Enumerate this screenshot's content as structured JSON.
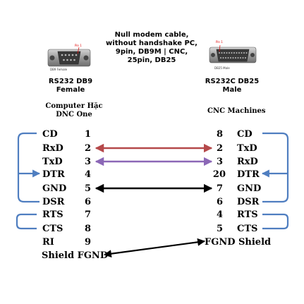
{
  "title": "Null modem cable, without handshake PC, 9pin, DB9M | CNC, 25pin, DB25",
  "left_connector": {
    "name": "RS232 DB9",
    "gender": "Female",
    "image_caption": "DB9 Female",
    "pin_marker": "Pin 1",
    "side_label_1": "Computer Hặc",
    "side_label_2": "DNC One"
  },
  "right_connector": {
    "name": "RS232C DB25",
    "gender": "Male",
    "image_caption": "DB25 Male",
    "pin_marker": "Pin 1",
    "side_label": "CNC Machines"
  },
  "left_pins": [
    {
      "signal": "CD",
      "pin": "1"
    },
    {
      "signal": "RxD",
      "pin": "2"
    },
    {
      "signal": "TxD",
      "pin": "3"
    },
    {
      "signal": "DTR",
      "pin": "4"
    },
    {
      "signal": "GND",
      "pin": "5"
    },
    {
      "signal": "DSR",
      "pin": "6"
    },
    {
      "signal": "RTS",
      "pin": "7"
    },
    {
      "signal": "CTS",
      "pin": "8"
    },
    {
      "signal": "RI",
      "pin": "9"
    }
  ],
  "right_pins": [
    {
      "pin": "8",
      "signal": "CD"
    },
    {
      "pin": "2",
      "signal": "TxD"
    },
    {
      "pin": "3",
      "signal": "RxD"
    },
    {
      "pin": "20",
      "signal": "DTR"
    },
    {
      "pin": "7",
      "signal": "GND"
    },
    {
      "pin": "6",
      "signal": "DSR"
    },
    {
      "pin": "4",
      "signal": "RTS"
    },
    {
      "pin": "5",
      "signal": "CTS"
    }
  ],
  "shield_left": "Shield FGND",
  "shield_right": "FGND Shield",
  "colors": {
    "rxd_link": "#b5494a",
    "txd_link": "#8b67b6",
    "loop": "#4f7ec0",
    "black": "#000000"
  }
}
